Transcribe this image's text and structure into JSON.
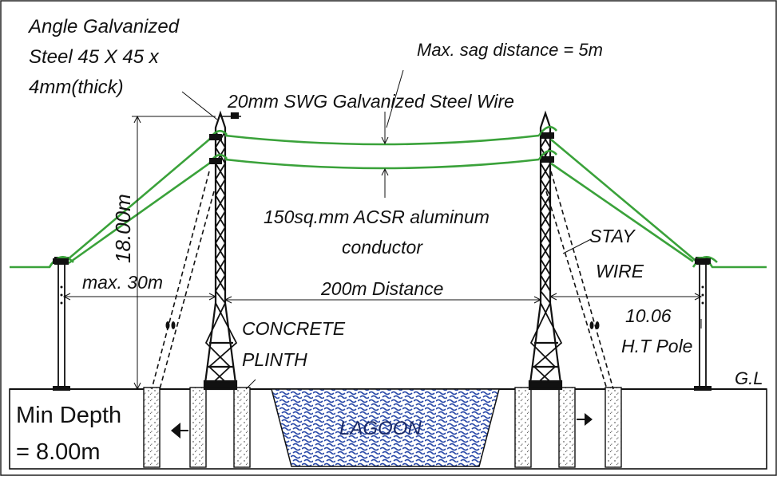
{
  "labels": {
    "angle_steel": [
      "Angle Galvanized",
      "Steel 45 X 45 x",
      "4mm(thick)"
    ],
    "sag": "Max. sag distance = 5m",
    "swg_wire": "20mm SWG Galvanized Steel Wire",
    "height": "18.00m",
    "acsr": [
      "150sq.mm ACSR aluminum",
      "conductor"
    ],
    "stay_wire": [
      "STAY",
      "WIRE"
    ],
    "max_distance": "max.  30m",
    "span": "200m Distance",
    "ht_pole": [
      "10.06",
      "H.T Pole"
    ],
    "concrete_plinth": [
      "CONCRETE",
      "PLINTH"
    ],
    "ground_level": "G.L",
    "min_depth": [
      "Min Depth",
      "= 8.00m"
    ],
    "lagoon": "LAGOON"
  },
  "colors": {
    "conductor": "#3aa23a",
    "ink": "#111111",
    "lagoon_fill": "#2848a8",
    "background": "#ffffff"
  }
}
